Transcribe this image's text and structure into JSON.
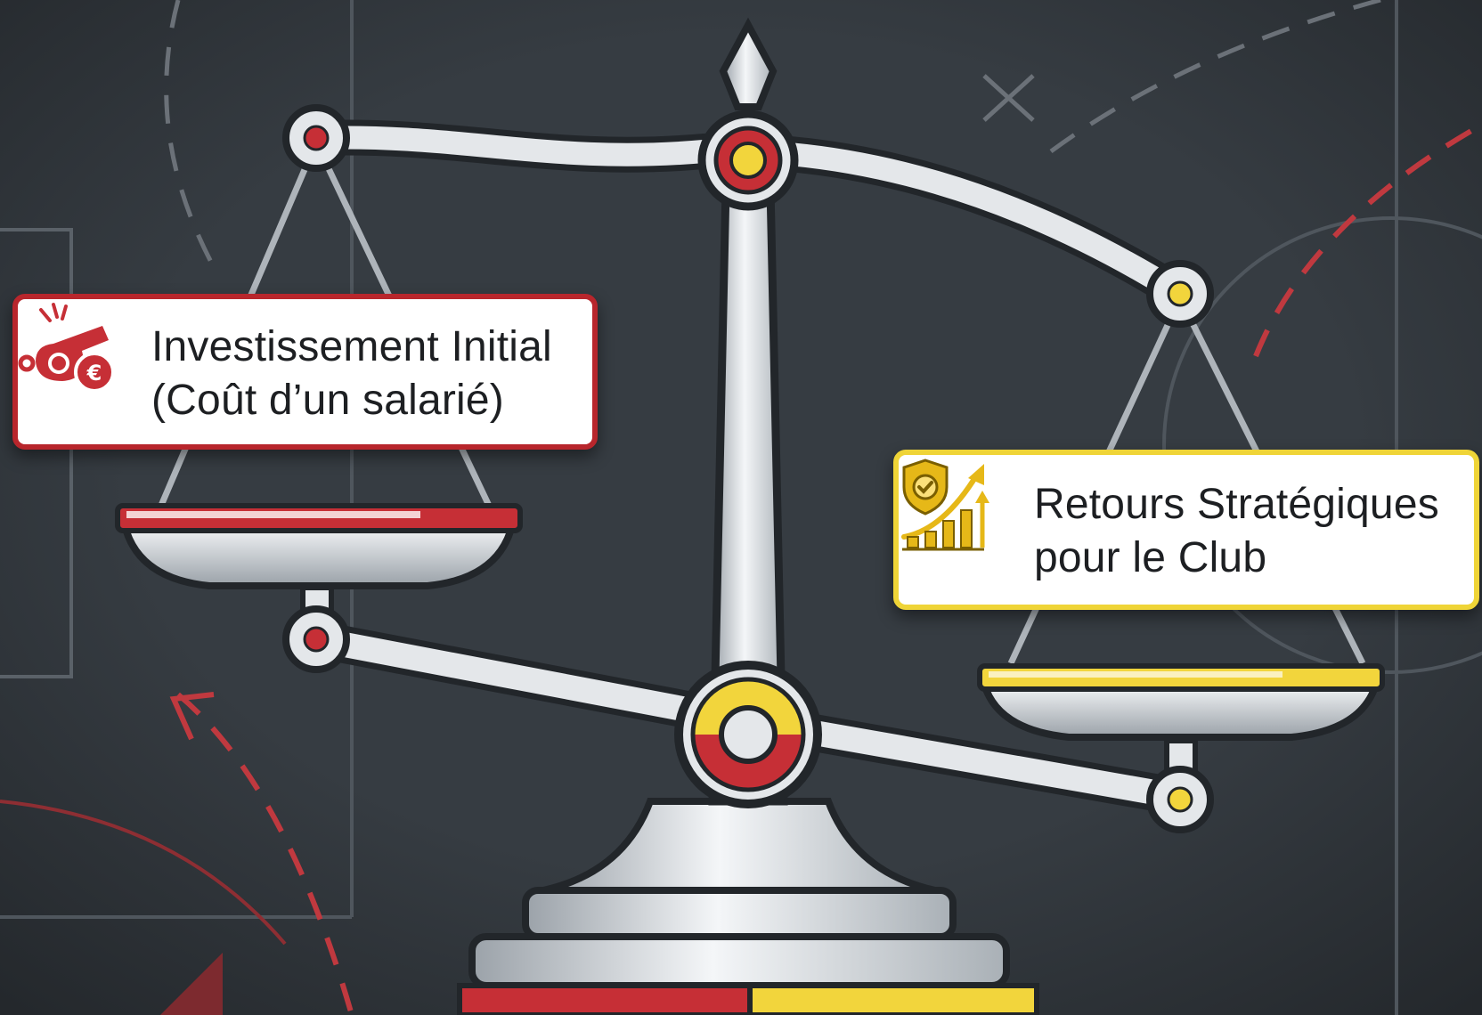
{
  "labels": {
    "left": {
      "line1": "Investissement Initial",
      "line2": "(Coût d’un salarié)",
      "icon": "whistle-euro-icon",
      "accent_color": "#b8262c"
    },
    "right": {
      "line1": "Retours Stratégiques",
      "line2": "pour le Club",
      "icon": "shield-growth-chart-icon",
      "accent_color": "#efd437"
    }
  },
  "colors": {
    "background": "#2f3439",
    "red": "#c62f36",
    "yellow": "#f2d53c",
    "silver": "#d9dde1"
  }
}
